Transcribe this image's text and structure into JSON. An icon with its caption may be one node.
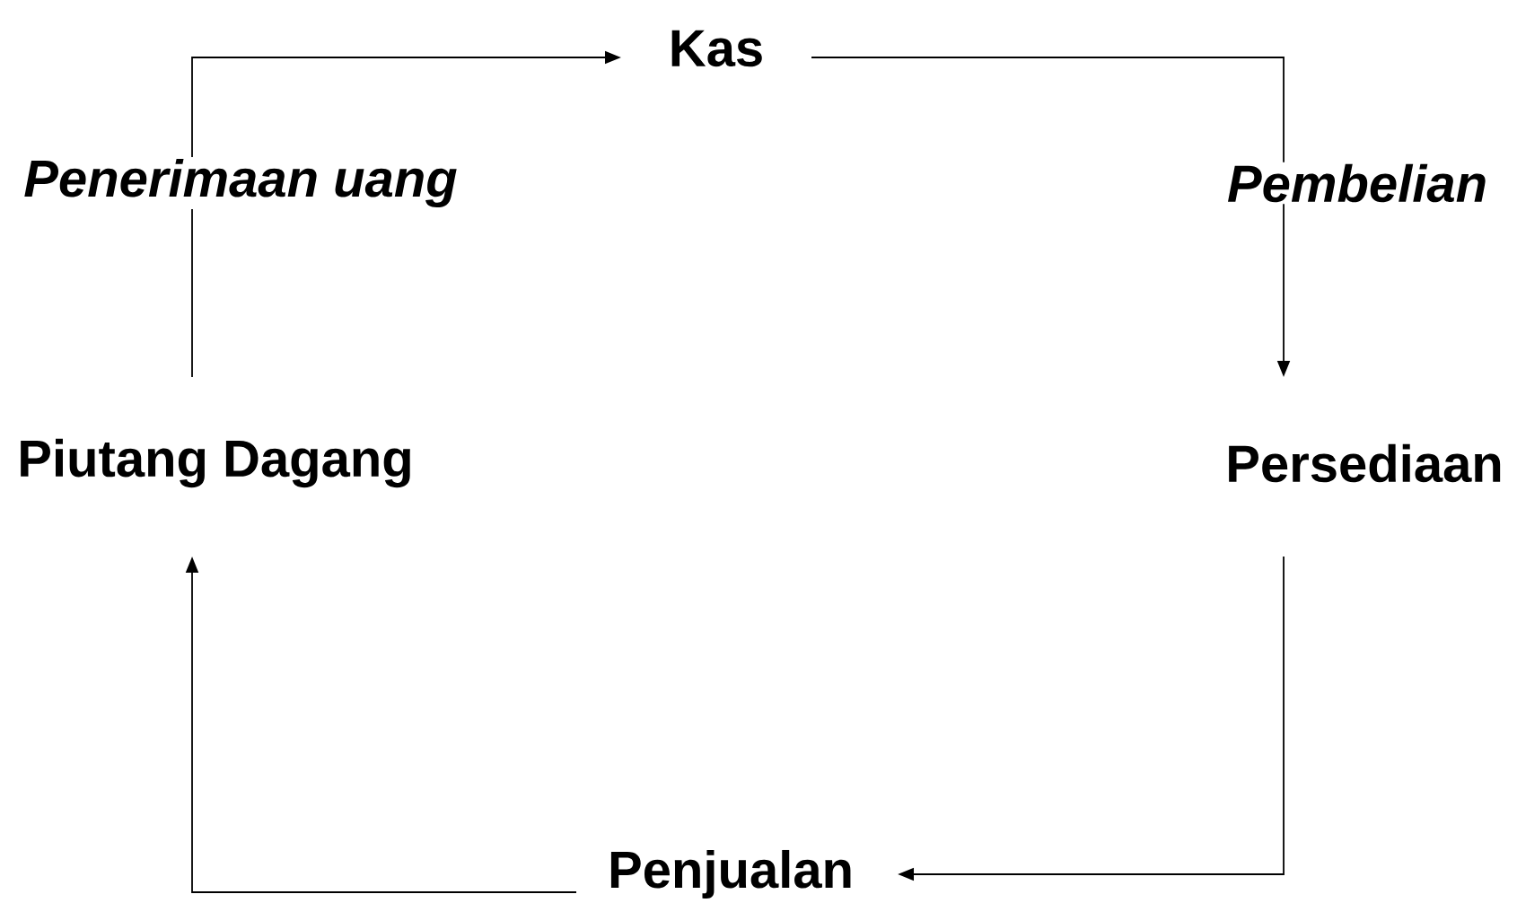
{
  "diagram": {
    "nodes": [
      {
        "text": [
          "Kas"
        ]
      },
      {
        "text": [
          "Persediaan"
        ]
      },
      {
        "text": [
          "Penjualan"
        ]
      },
      {
        "text": [
          "Piutang Dagang"
        ]
      }
    ],
    "edges": [
      {
        "from": 0,
        "to": 1,
        "arrow": "to",
        "label": "Pembelian"
      },
      {
        "from": 1,
        "to": 2,
        "arrow": "to"
      },
      {
        "from": 2,
        "to": 3,
        "arrow": "to"
      },
      {
        "from": 3,
        "to": 0,
        "arrow": "to",
        "label": "Penerimaan uang"
      }
    ]
  }
}
